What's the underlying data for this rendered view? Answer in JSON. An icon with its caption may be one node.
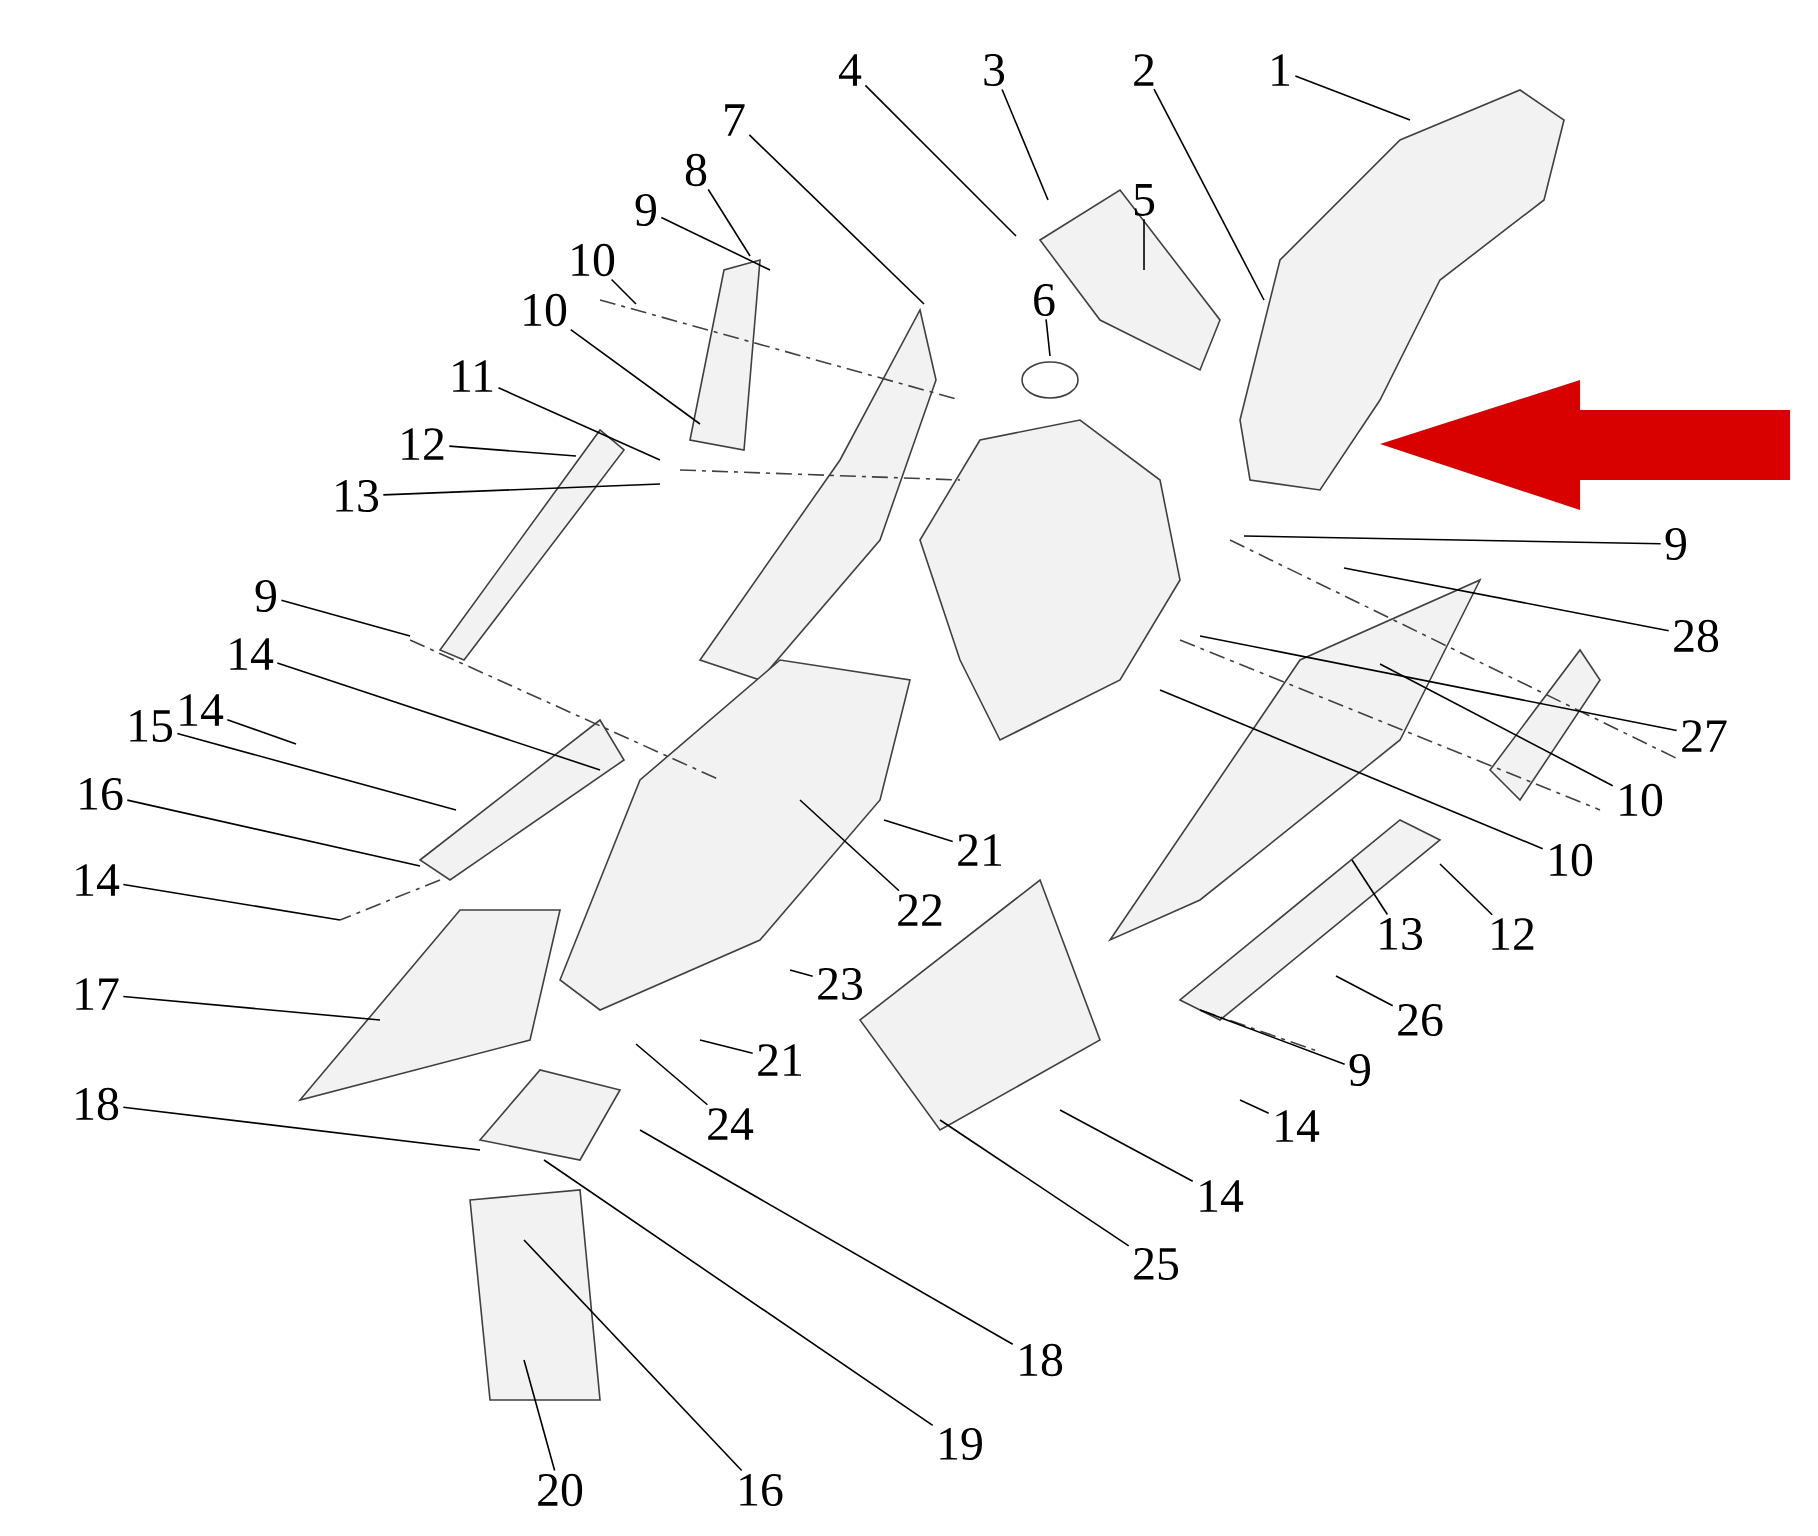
{
  "diagram": {
    "nodes": [
      {
        "text": [
          "1"
        ]
      },
      {
        "text": [
          "2"
        ]
      },
      {
        "text": [
          "3"
        ]
      },
      {
        "text": [
          "4"
        ]
      },
      {
        "text": [
          "5"
        ]
      },
      {
        "text": [
          "6"
        ]
      },
      {
        "text": [
          "7"
        ]
      },
      {
        "text": [
          "8"
        ]
      },
      {
        "text": [
          "9"
        ]
      },
      {
        "text": [
          "10"
        ]
      },
      {
        "text": [
          "10"
        ]
      },
      {
        "text": [
          "11"
        ]
      },
      {
        "text": [
          "12"
        ]
      },
      {
        "text": [
          "13"
        ]
      },
      {
        "text": [
          "9"
        ]
      },
      {
        "text": [
          "14"
        ]
      },
      {
        "text": [
          "14"
        ]
      },
      {
        "text": [
          "15"
        ]
      },
      {
        "text": [
          "16"
        ]
      },
      {
        "text": [
          "14"
        ]
      },
      {
        "text": [
          "17"
        ]
      },
      {
        "text": [
          "18"
        ]
      },
      {
        "text": [
          "9"
        ]
      },
      {
        "text": [
          "28"
        ]
      },
      {
        "text": [
          "27"
        ]
      },
      {
        "text": [
          "10"
        ]
      },
      {
        "text": [
          "10"
        ]
      },
      {
        "text": [
          "21"
        ]
      },
      {
        "text": [
          "22"
        ]
      },
      {
        "text": [
          "13"
        ]
      },
      {
        "text": [
          "12"
        ]
      },
      {
        "text": [
          "23"
        ]
      },
      {
        "text": [
          "26"
        ]
      },
      {
        "text": [
          "21"
        ]
      },
      {
        "text": [
          "9"
        ]
      },
      {
        "text": [
          "24"
        ]
      },
      {
        "text": [
          "14"
        ]
      },
      {
        "text": [
          "14"
        ]
      },
      {
        "text": [
          "25"
        ]
      },
      {
        "text": [
          "18"
        ]
      },
      {
        "text": [
          "19"
        ]
      },
      {
        "text": [
          "20"
        ]
      },
      {
        "text": [
          "16"
        ]
      }
    ],
    "edges": [
      {
        "from": 0,
        "to": null,
        "arrow": "none"
      },
      {
        "from": 1,
        "to": null,
        "arrow": "none"
      },
      {
        "from": 2,
        "to": null,
        "arrow": "none"
      },
      {
        "from": 3,
        "to": null,
        "arrow": "none"
      },
      {
        "from": 4,
        "to": null,
        "arrow": "none"
      },
      {
        "from": 5,
        "to": null,
        "arrow": "none"
      },
      {
        "from": 6,
        "to": null,
        "arrow": "none"
      },
      {
        "from": 7,
        "to": null,
        "arrow": "none"
      },
      {
        "from": 8,
        "to": null,
        "arrow": "none"
      },
      {
        "from": 9,
        "to": null,
        "arrow": "none"
      },
      {
        "from": 10,
        "to": null,
        "arrow": "none"
      },
      {
        "from": 11,
        "to": null,
        "arrow": "none"
      },
      {
        "from": 12,
        "to": null,
        "arrow": "none"
      },
      {
        "from": 13,
        "to": null,
        "arrow": "none"
      },
      {
        "from": 14,
        "to": null,
        "arrow": "none"
      },
      {
        "from": 15,
        "to": null,
        "arrow": "none"
      },
      {
        "from": 16,
        "to": null,
        "arrow": "none"
      },
      {
        "from": 17,
        "to": null,
        "arrow": "none"
      },
      {
        "from": 18,
        "to": null,
        "arrow": "none"
      },
      {
        "from": 19,
        "to": null,
        "arrow": "none"
      },
      {
        "from": 20,
        "to": null,
        "arrow": "none"
      },
      {
        "from": 21,
        "to": null,
        "arrow": "none"
      },
      {
        "from": 22,
        "to": null,
        "arrow": "none"
      },
      {
        "from": 23,
        "to": null,
        "arrow": "none"
      },
      {
        "from": 24,
        "to": null,
        "arrow": "none"
      },
      {
        "from": 25,
        "to": null,
        "arrow": "none"
      },
      {
        "from": 26,
        "to": null,
        "arrow": "none"
      },
      {
        "from": 27,
        "to": null,
        "arrow": "none"
      },
      {
        "from": 28,
        "to": null,
        "arrow": "none"
      },
      {
        "from": 29,
        "to": null,
        "arrow": "none"
      },
      {
        "from": 30,
        "to": null,
        "arrow": "none"
      },
      {
        "from": 31,
        "to": null,
        "arrow": "none"
      },
      {
        "from": 32,
        "to": null,
        "arrow": "none"
      },
      {
        "from": 33,
        "to": null,
        "arrow": "none"
      },
      {
        "from": 34,
        "to": null,
        "arrow": "none"
      },
      {
        "from": 35,
        "to": null,
        "arrow": "none"
      },
      {
        "from": 36,
        "to": null,
        "arrow": "none"
      },
      {
        "from": 37,
        "to": null,
        "arrow": "none"
      },
      {
        "from": 38,
        "to": null,
        "arrow": "none"
      },
      {
        "from": 39,
        "to": null,
        "arrow": "none"
      },
      {
        "from": 40,
        "to": null,
        "arrow": "none"
      },
      {
        "from": 41,
        "to": null,
        "arrow": "none"
      },
      {
        "from": 42,
        "to": null,
        "arrow": "none"
      }
    ]
  }
}
